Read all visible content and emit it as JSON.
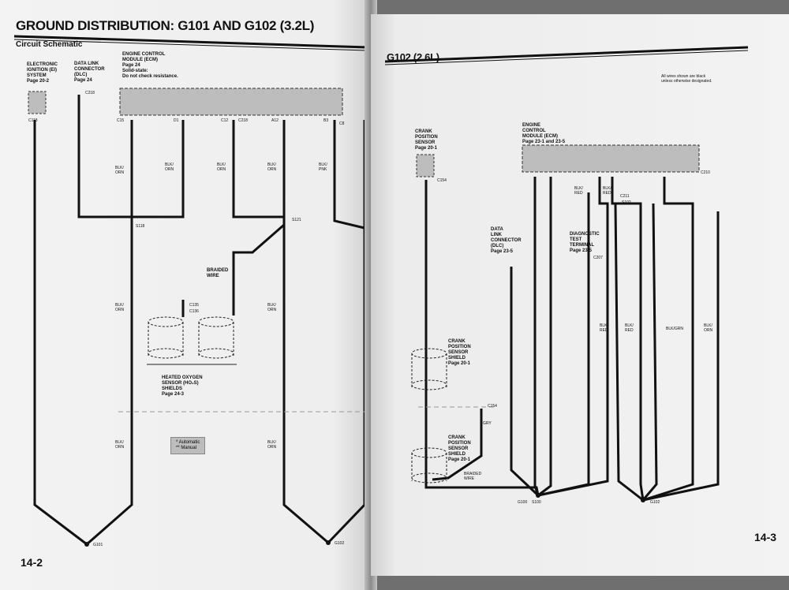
{
  "left_page": {
    "title": "GROUND DISTRIBUTION: G101 AND G102 (3.2L)",
    "subtitle": "Circuit Schematic",
    "page_number": "14-2",
    "components": {
      "ei_system": "ELECTRONIC\nIGNITION (EI)\nSYSTEM\nPage 20-2",
      "dlc": "DATA LINK\nCONNECTOR\n(DLC)\nPage 24",
      "ecm": "ENGINE CONTROL\nMODULE (ECM)\nPage 24\nSolid-state:\nDo not check resistance.",
      "ho2s": "HEATED OXYGEN\nSENSOR (HO₂S)\nSHIELDS\nPage 24-3",
      "braided_wire": "BRAIDED\nWIRE"
    },
    "connectors": [
      "C118",
      "C218",
      "C15",
      "D1",
      "C12",
      "C218",
      "A12",
      "B3",
      "C8",
      "C135",
      "C136",
      "S118",
      "S121"
    ],
    "wire_labels": [
      "BLK/\nORN",
      "BLK/\nORN",
      "BLK/\nORN",
      "BLK/\nORN",
      "BLK/\nPNK",
      "BLK/\nORN",
      "BLK/\nORN",
      "BLK/\nORN",
      "BLK/\nORN"
    ],
    "grounds": [
      "G101",
      "G102"
    ],
    "legend": "* Automatic\n** Manual"
  },
  "right_page": {
    "title": "G102 (2.6L)",
    "note": "All wires shown are black\nunless otherwise designated.",
    "page_number": "14-3",
    "components": {
      "ckp_sensor": "CRANK\nPOSITION\nSENSOR\nPage 20-1",
      "ecm": "ENGINE\nCONTROL\nMODULE (ECM)\nPage 23-1 and 23-5",
      "dlc": "DATA\nLINK\nCONNECTOR\n(DLC)\nPage 23-5",
      "diag": "DIAGNOSTIC\nTEST\nTERMINAL\nPage 23-5",
      "shield1": "CRANK\nPOSITION\nSENSOR\nSHIELD\nPage 20-1",
      "shield2": "CRANK\nPOSITION\nSENSOR\nSHIELD\nPage 20-1",
      "braided": "BRAIDED\nWIRE"
    },
    "wire_labels": [
      "BLK/\nRED",
      "BLK/\nRED",
      "BLK/\nRED",
      "BLK/\nRED",
      "BLK/GRN",
      "BLK/\nORN",
      "GRY"
    ],
    "connectors": [
      "C154",
      "C210",
      "C211",
      "C154",
      "S100",
      "S102",
      "C207"
    ],
    "grounds": [
      "G100",
      "G102"
    ]
  }
}
